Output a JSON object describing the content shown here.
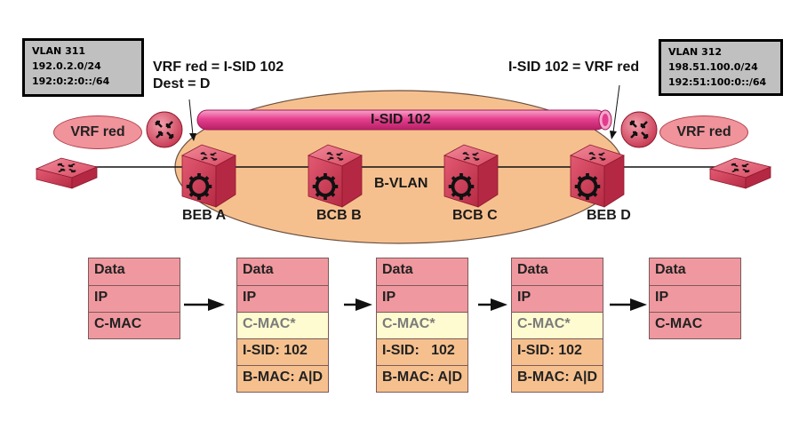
{
  "vlan_left": {
    "lines": [
      "VLAN 311",
      "192.0.2.0/24",
      "192:0:2:0::/64"
    ]
  },
  "vlan_right": {
    "lines": [
      "VLAN 312",
      "198.51.100.0/24",
      "192:51:100:0::/64"
    ]
  },
  "callout_left": {
    "lines": [
      "VRF red = I-SID 102",
      "Dest = D"
    ]
  },
  "callout_right": {
    "text": "I-SID 102 = VRF red"
  },
  "tunnel_label": "I-SID 102",
  "bvlan_label": "B-VLAN",
  "vrf_left": "VRF red",
  "vrf_right": "VRF red",
  "nodes": [
    {
      "label": "BEB A",
      "role": "backbone-edge-bridge"
    },
    {
      "label": "BCB B",
      "role": "backbone-core-bridge"
    },
    {
      "label": "BCB C",
      "role": "backbone-core-bridge"
    },
    {
      "label": "BEB D",
      "role": "backbone-edge-bridge"
    }
  ],
  "colors": {
    "device_red": "#d8405a",
    "tunnel_magenta": "#e23c8c",
    "bvlan_orange": "#f6c08e",
    "frame_pink": "#f0989f",
    "frame_yellow": "#fefbd0",
    "vlan_box_gray": "#c0c0c0"
  },
  "frames": [
    {
      "cells": [
        {
          "text": "Data",
          "style": "pink"
        },
        {
          "text": "IP",
          "style": "pink"
        },
        {
          "text": "C-MAC",
          "style": "pink"
        }
      ]
    },
    {
      "cells": [
        {
          "text": "Data",
          "style": "pink"
        },
        {
          "text": "IP",
          "style": "pink"
        },
        {
          "text": "C-MAC*",
          "style": "yellow"
        },
        {
          "text": "I-SID: 102",
          "style": "orange"
        },
        {
          "text": "B-MAC: A|D",
          "style": "orange"
        }
      ]
    },
    {
      "cells": [
        {
          "text": "Data",
          "style": "pink"
        },
        {
          "text": "IP",
          "style": "pink"
        },
        {
          "text": "C-MAC*",
          "style": "yellow"
        },
        {
          "text": "I-SID:   102",
          "style": "orange"
        },
        {
          "text": "B-MAC: A|D",
          "style": "orange"
        }
      ]
    },
    {
      "cells": [
        {
          "text": "Data",
          "style": "pink"
        },
        {
          "text": "IP",
          "style": "pink"
        },
        {
          "text": "C-MAC*",
          "style": "yellow"
        },
        {
          "text": "I-SID: 102",
          "style": "orange"
        },
        {
          "text": "B-MAC: A|D",
          "style": "orange"
        }
      ]
    },
    {
      "cells": [
        {
          "text": "Data",
          "style": "pink"
        },
        {
          "text": "IP",
          "style": "pink"
        },
        {
          "text": "C-MAC",
          "style": "pink"
        }
      ]
    }
  ]
}
